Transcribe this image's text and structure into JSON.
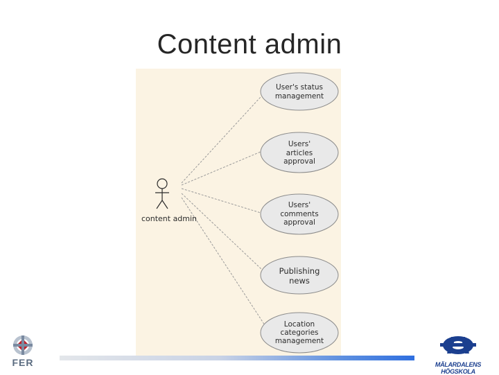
{
  "slide": {
    "title": "Content admin"
  },
  "diagram": {
    "actor": {
      "label": "content admin"
    },
    "use_cases": [
      {
        "lines": [
          "User's status",
          "management"
        ]
      },
      {
        "lines": [
          "Users'",
          "articles",
          "approval"
        ]
      },
      {
        "lines": [
          "Users'",
          "comments",
          "approval"
        ]
      },
      {
        "lines": [
          "Publishing",
          "news"
        ]
      },
      {
        "lines": [
          "Location",
          "categories",
          "management"
        ]
      }
    ]
  },
  "logos": {
    "left": {
      "text": "FER"
    },
    "right": {
      "text": "MÄLARDALENS HÖGSKOLA"
    }
  },
  "colors": {
    "panel": "#fbf3e3",
    "ellipse_fill": "#e9e9e9",
    "ellipse_stroke": "#8a8a8a",
    "accent_blue": "#2f6fe0"
  }
}
